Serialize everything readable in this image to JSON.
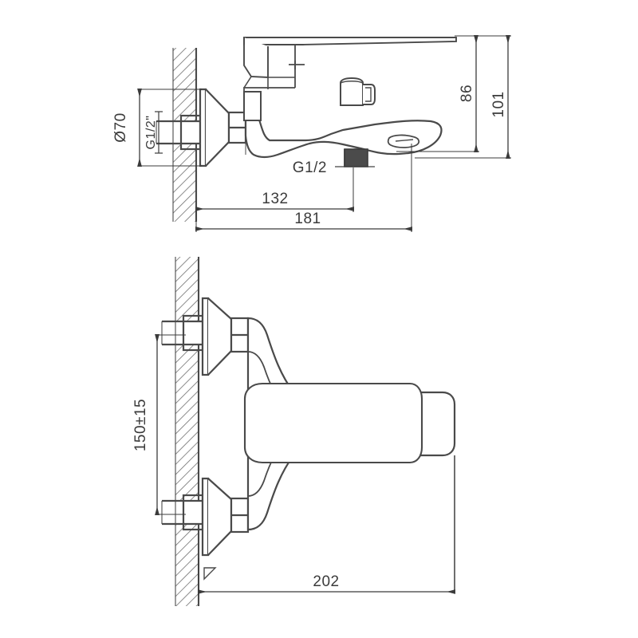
{
  "drawing": {
    "title": "Wall-mounted bath/shower mixer tap technical drawing",
    "line_color": "#4a4a4a",
    "dim_color": "#3b3b3b",
    "hatch_color": "#6b6b6b",
    "background": "#ffffff",
    "views": [
      {
        "name": "side-section-view",
        "label": ""
      },
      {
        "name": "front-section-view",
        "label": ""
      }
    ]
  },
  "dimensions": {
    "diameter_flange": "Ø70",
    "inlet_thread_vertical": "G1/2\"",
    "outlet_thread": "G1/2",
    "spout_projection": "132",
    "overall_projection": "181",
    "spout_height": "86",
    "body_height": "101",
    "inlet_centres": "150±15",
    "overall_width": "202"
  }
}
